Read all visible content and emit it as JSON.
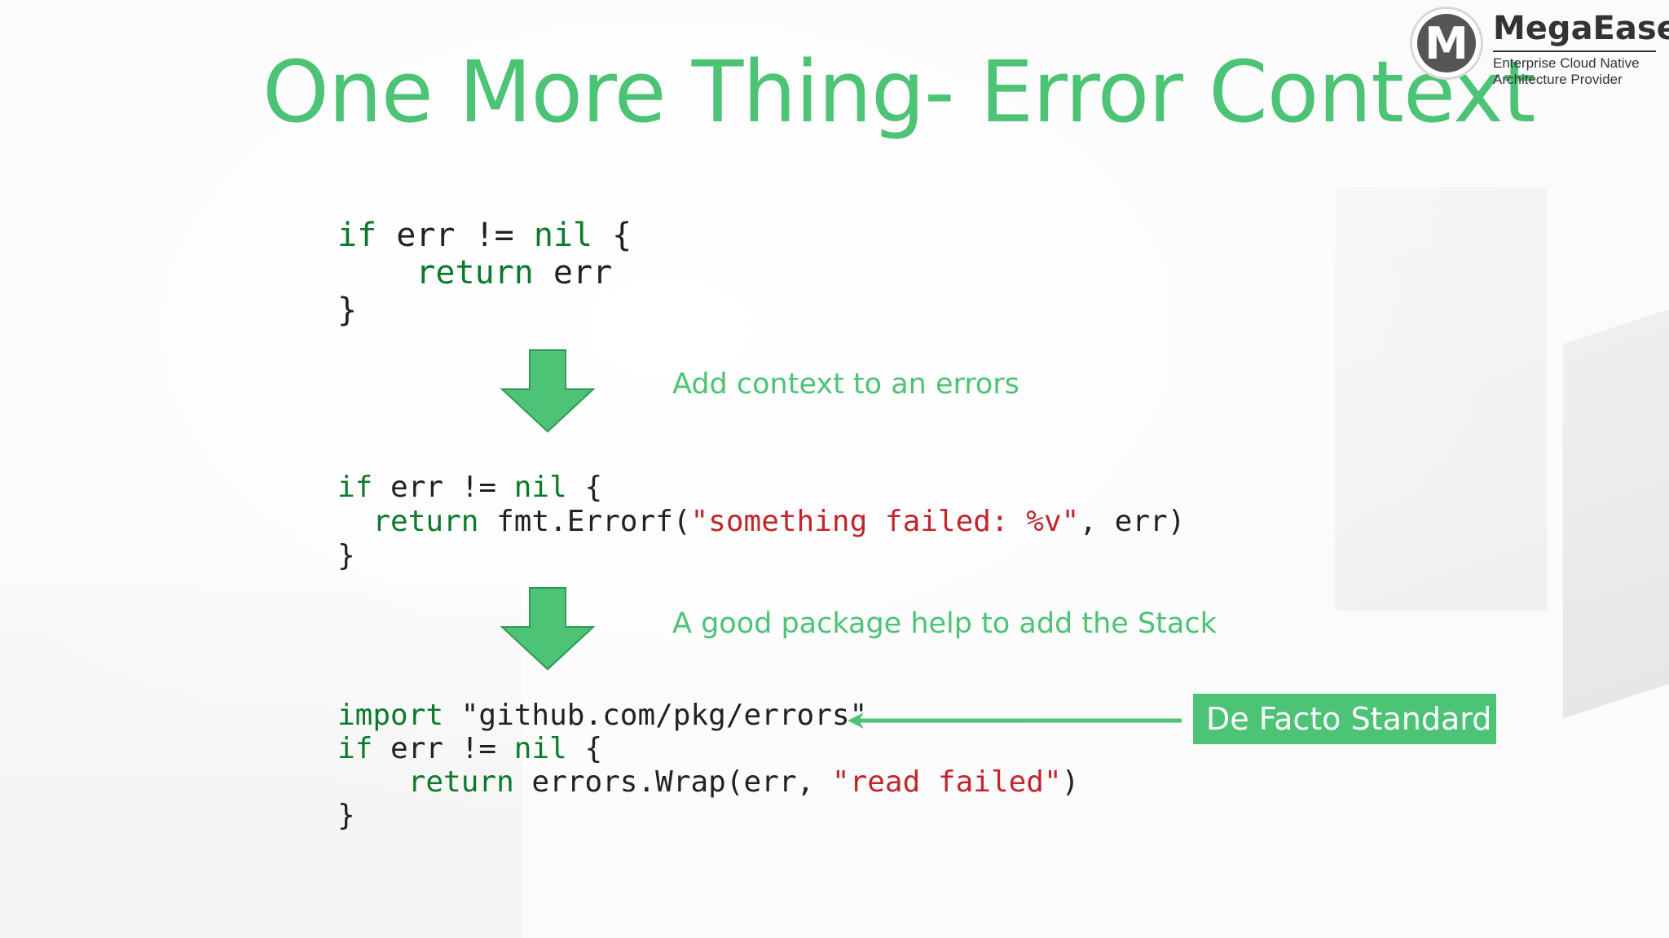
{
  "slide": {
    "title": "One More Thing- Error Context",
    "accent_color": "#4cc375",
    "keyword_color": "#0b7a2b",
    "string_color": "#c0262c"
  },
  "logo": {
    "letter": "M",
    "name": "MegaEase",
    "tagline_line1": "Enterprise Cloud Native",
    "tagline_line2": "Architecture Provider"
  },
  "block1": {
    "l1_kw1": "if",
    "l1_mid": " err != ",
    "l1_kw2": "nil",
    "l1_end": " {",
    "l2_indent": "    ",
    "l2_kw": "return",
    "l2_rest": " err",
    "l3": "}"
  },
  "step1": {
    "note": "Add context to an errors",
    "icon": "down-arrow-icon"
  },
  "block2": {
    "l1_kw1": "if",
    "l1_mid": " err != ",
    "l1_kw2": "nil",
    "l1_end": " {",
    "l2_indent": "  ",
    "l2_kw": "return",
    "l2_call": " fmt.Errorf(",
    "l2_str": "\"something failed: %v\"",
    "l2_rest": ", err)",
    "l3": "}"
  },
  "step2": {
    "note": "A good package help to add the Stack",
    "icon": "down-arrow-icon"
  },
  "block3": {
    "l1_kw": "import",
    "l1_rest": " \"github.com/pkg/errors\"",
    "l2_kw1": "if",
    "l2_mid": " err != ",
    "l2_kw2": "nil",
    "l2_end": " {",
    "l3_indent": "    ",
    "l3_kw": "return",
    "l3_call": " errors.Wrap(err, ",
    "l3_str": "\"read failed\"",
    "l3_rest": ")",
    "l4": "}"
  },
  "callout": {
    "label": "De Facto Standard",
    "icon": "left-arrow-icon"
  }
}
